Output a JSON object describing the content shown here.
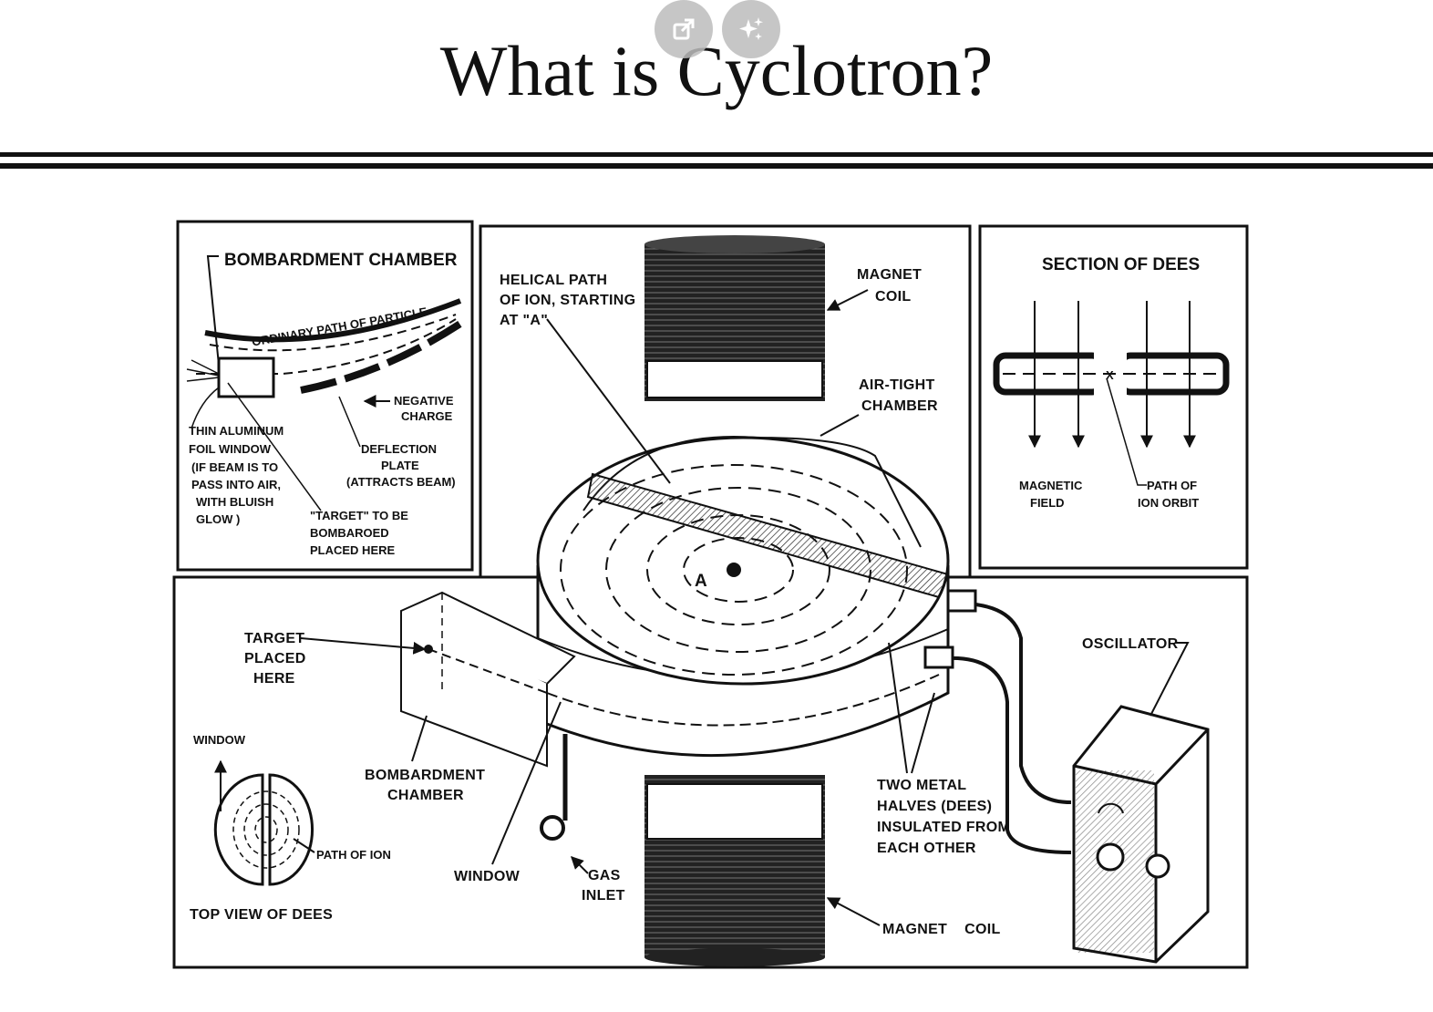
{
  "slide": {
    "title": "What is Cyclotron?"
  },
  "toolbar": [
    {
      "name": "open-external-icon"
    },
    {
      "name": "sparkle-icon"
    }
  ],
  "diagram": {
    "bombardment_inset": {
      "title": "BOMBARDMENT CHAMBER",
      "ordinary_path": "ORDINARY PATH OF PARTICLE",
      "negative_charge": [
        "NEGATIVE",
        "CHARGE"
      ],
      "foil_window": [
        "THIN ALUMINUM",
        "FOIL WINDOW",
        "(IF BEAM IS TO",
        "PASS INTO AIR,",
        "WITH BLUISH",
        "GLOW )"
      ],
      "deflection_plate": [
        "DEFLECTION",
        "PLATE",
        "(ATTRACTS BEAM)"
      ],
      "target": [
        "\"TARGET\" TO BE",
        "BOMBAROED",
        "PLACED HERE"
      ]
    },
    "center": {
      "helical_path": [
        "HELICAL PATH",
        "OF ION, STARTING",
        "AT \"A\""
      ],
      "magnet_coil_top": [
        "MAGNET",
        "COIL"
      ],
      "air_tight": [
        "AIR-TIGHT",
        "CHAMBER"
      ],
      "point_a": "A",
      "target_placed": [
        "TARGET",
        "PLACED",
        "HERE"
      ],
      "bombardment_chamber": [
        "BOMBARDMENT",
        "CHAMBER"
      ],
      "window": "WINDOW",
      "gas_inlet": [
        "GAS",
        "INLET"
      ],
      "two_metal_halves": [
        "TWO METAL",
        "HALVES (DEES)",
        "INSULATED FROM",
        "EACH OTHER"
      ],
      "magnet_coil_bottom": "MAGNET    COIL",
      "oscillator": "OSCILLATOR"
    },
    "section_inset": {
      "title": "SECTION OF DEES",
      "magnetic_field": [
        "MAGNETIC",
        "FIELD"
      ],
      "path_of_orbit": [
        "PATH OF",
        "ION ORBIT"
      ],
      "x_mark": "X"
    },
    "top_view": {
      "window": "WINDOW",
      "path_of_ion": "PATH OF ION",
      "caption": "TOP VIEW OF DEES"
    }
  }
}
